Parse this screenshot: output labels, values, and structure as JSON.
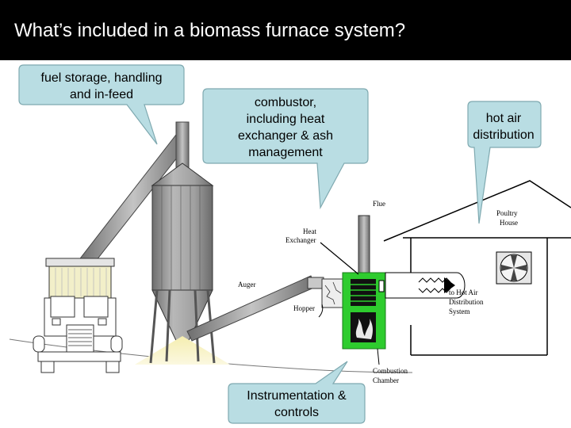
{
  "slide": {
    "title": "What’s included in a biomass furnace system?"
  },
  "callouts": {
    "fuel_storage": [
      "fuel storage, handling",
      "and in-feed"
    ],
    "combustor": [
      "combustor,",
      "including heat",
      "exchanger & ash",
      "management"
    ],
    "hot_air": [
      "hot air",
      "distribution"
    ],
    "instrumentation": [
      "Instrumentation &",
      "controls"
    ]
  },
  "labels": {
    "flue": "Flue",
    "poultry_house": [
      "Poultry",
      "House"
    ],
    "heat_exchanger": [
      "Heat",
      "Exchanger"
    ],
    "auger": "Auger",
    "hopper": "Hopper",
    "to_hot_air": [
      "to Hot Air",
      "Distribution",
      "System"
    ],
    "combustion_chamber": [
      "Combustion",
      "Chamber"
    ]
  },
  "colors": {
    "title_bar": "#000000",
    "title_text": "#ffffff",
    "callout_fill": "#b9dde3",
    "furnace_green": "#2ecc2e",
    "silo_gray": "#9a9a9a",
    "truck_cream": "#f2efc9"
  }
}
